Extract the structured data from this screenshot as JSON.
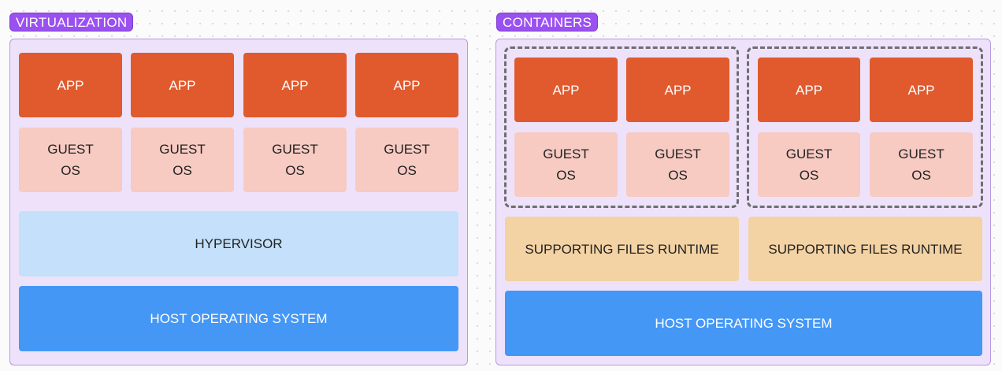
{
  "virtualization": {
    "title": "VIRTUALIZATION",
    "apps": [
      "APP",
      "APP",
      "APP",
      "APP"
    ],
    "guest_os": [
      {
        "line1": "GUEST",
        "line2": "OS"
      },
      {
        "line1": "GUEST",
        "line2": "OS"
      },
      {
        "line1": "GUEST",
        "line2": "OS"
      },
      {
        "line1": "GUEST",
        "line2": "OS"
      }
    ],
    "hypervisor": "HYPERVISOR",
    "host_os": "HOST OPERATING SYSTEM"
  },
  "containers": {
    "title": "CONTAINERS",
    "groups": [
      {
        "apps": [
          "APP",
          "APP"
        ],
        "guest_os": [
          {
            "line1": "GUEST",
            "line2": "OS"
          },
          {
            "line1": "GUEST",
            "line2": "OS"
          }
        ],
        "runtime": "SUPPORTING FILES RUNTIME"
      },
      {
        "apps": [
          "APP",
          "APP"
        ],
        "guest_os": [
          {
            "line1": "GUEST",
            "line2": "OS"
          },
          {
            "line1": "GUEST",
            "line2": "OS"
          }
        ],
        "runtime": "SUPPORTING FILES RUNTIME"
      }
    ],
    "host_os": "HOST OPERATING SYSTEM"
  },
  "colors": {
    "tag": "#9b51f0",
    "panel": "#eee2fb",
    "app": "#e05a2e",
    "guest_os": "#f7cac2",
    "hypervisor": "#c4e0fb",
    "host_os": "#4497f5",
    "runtime": "#f3d2a4",
    "container_border": "#6e6e72"
  }
}
